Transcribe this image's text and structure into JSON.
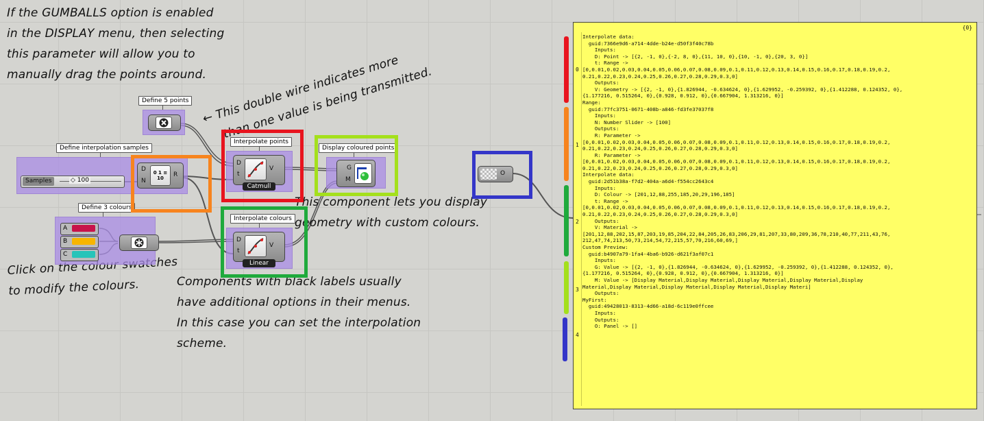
{
  "annotations": {
    "gumballs": "If the GUMBALLS option is enabled\nin the DISPLAY menu, then selecting\nthis parameter will allow you to\nmanually drag the points around.",
    "double_wire": "← This double wire indicates more\n    than one value is being transmitted.",
    "display_component": "This component lets you display\ngeometry with custom colours.",
    "swatches": "Click on the colour swatches\nto modify the colours.",
    "black_labels": "Components with black labels usually\nhave additional options in their menus.\nIn this case you can set the interpolation\nscheme."
  },
  "groups": {
    "define_points": "Define 5 points",
    "samples": "Define interpolation samples",
    "colours": "Define 3 colours",
    "interp_points": "Interpolate points",
    "interp_colours": "Interpolate colours",
    "display": "Display coloured points"
  },
  "slider": {
    "label": "Samples",
    "value": "◇ 100"
  },
  "range_comp": {
    "in_d": "D",
    "in_n": "N",
    "out_r": "R",
    "glyph": "0 1 ≡ 10"
  },
  "interp_points": {
    "in_d": "D",
    "in_t": "t",
    "out_v": "V",
    "mode": "Catmull"
  },
  "interp_colours": {
    "in_d": "D",
    "in_t": "t",
    "out_v": "V",
    "mode": "Linear"
  },
  "display_comp": {
    "in_g": "G",
    "in_m": "M"
  },
  "panel_param": {
    "out": "O"
  },
  "swatches": [
    {
      "label": "A",
      "color": "#c8134a"
    },
    {
      "label": "B",
      "color": "#f7b500"
    },
    {
      "label": "C",
      "color": "#27c4b9"
    }
  ],
  "colors": {
    "frame_red": "#e8141e",
    "frame_orange": "#f7841e",
    "frame_green": "#1faa3c",
    "frame_lime": "#a4e01c",
    "frame_blue": "#3436c8",
    "panel_bg": "#ffff66"
  },
  "panel": {
    "path": "{0}",
    "indices": [
      "0",
      "1",
      "2",
      "3",
      "4"
    ],
    "text": "Interpolate data:\n  guid:7366e9d6-a714-4dde-b24e-d50f3f40c78b\n    Inputs:\n    D: Point -> [{2, -1, 0},{-2, 8, 0},{11, 10, 0},{10, -1, 0},{20, 3, 0}]\n    t: Range ->\n[0,0.01,0.02,0.03,0.04,0.05,0.06,0.07,0.08,0.09,0.1,0.11,0.12,0.13,0.14,0.15,0.16,0.17,0.18,0.19,0.2,\n0.21,0.22,0.23,0.24,0.25,0.26,0.27,0.28,0.29,0.3,0]\n    Outputs:\n    V: Geometry -> [{2, -1, 0},{1.826944, -0.634624, 0},{1.629952, -0.259392, 0},{1.412288, 0.124352, 0},\n{1.177216, 0.515264, 0},{0.928, 0.912, 0},{0.667904, 1.313216, 0}]\nRange:\n  guid:77fc3751-0671-408b-a846-fd3fe37037f8\n    Inputs:\n    N: Number Slider -> [100]\n    Outputs:\n    R: Parameter ->\n[0,0.01,0.02,0.03,0.04,0.05,0.06,0.07,0.08,0.09,0.1,0.11,0.12,0.13,0.14,0.15,0.16,0.17,0.18,0.19,0.2,\n0.21,0.22,0.23,0.24,0.25,0.26,0.27,0.28,0.29,0.3,0]\n    R: Parameter ->\n[0,0.01,0.02,0.03,0.04,0.05,0.06,0.07,0.08,0.09,0.1,0.11,0.12,0.13,0.14,0.15,0.16,0.17,0.18,0.19,0.2,\n0.21,0.22,0.23,0.24,0.25,0.26,0.27,0.28,0.29,0.3,0]\nInterpolate data:\n  guid:2d51b38a-f7d2-404a-a6d4-f554cc2643c4\n    Inputs:\n    D: Colour -> [201,12,88,255,185,20,29,196,185]\n    t: Range ->\n[0,0.01,0.02,0.03,0.04,0.05,0.06,0.07,0.08,0.09,0.1,0.11,0.12,0.13,0.14,0.15,0.16,0.17,0.18,0.19,0.2,\n0.21,0.22,0.23,0.24,0.25,0.26,0.27,0.28,0.29,0.3,0]\n    Outputs:\n    V: Material ->\n[201,12,88,202,15,87,203,19,85,204,22,84,205,26,83,206,29,81,207,33,80,209,36,78,210,40,77,211,43,76,\n212,47,74,213,50,73,214,54,72,215,57,70,216,60,69,]\nCustom Preview:\n  guid:b4907a79-1fa4-4ba6-b926-d621f3af07c1\n    Inputs:\n    G: Value -> [{2, -1, 0},{1.826944, -0.634624, 0},{1.629952, -0.259392, 0},{1.412288, 0.124352, 0},\n{1.177216, 0.515264, 0},{0.928, 0.912, 0},{0.667904, 1.313216, 0}]\n    M: Value -> [Display Material,Display Material,Display Material,Display Material,Display\nMaterial,Display Material,Display Material,Display Material,Display Materi]\n    Outputs:\nMyFirst:\n  guid:49428013-8313-4d66-a18d-6c119e0ffcee\n    Inputs:\n    Outputs:\n    O: Panel -> []"
  }
}
